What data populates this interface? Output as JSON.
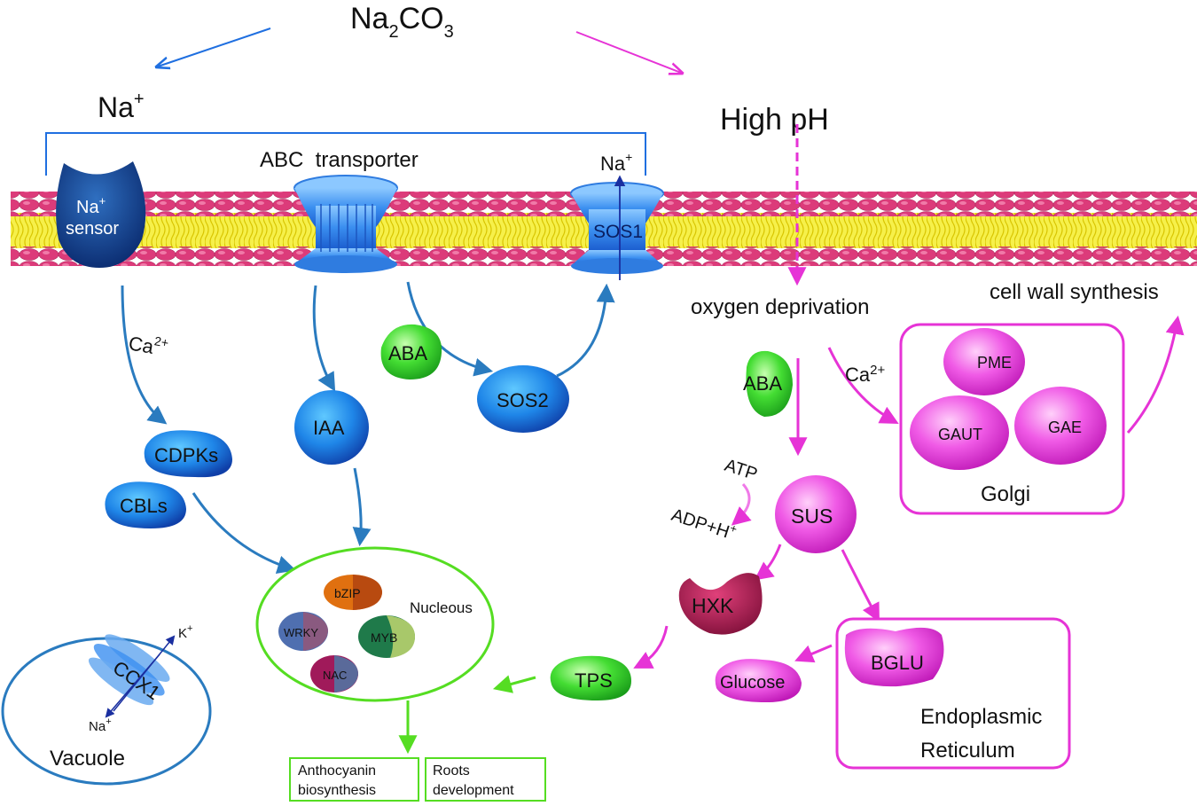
{
  "top": {
    "compound": "Na",
    "compound_sub": "2",
    "compound_mid": "CO",
    "compound_sub2": "3"
  },
  "left": {
    "ion": "Na",
    "ion_sup": "+"
  },
  "right": {
    "high_ph": "High pH"
  },
  "membrane": {
    "abc_label": "ABC  transporter",
    "sos1_ion": "Na",
    "sos1_ion_sup": "+",
    "sos1_label": "SOS1",
    "sensor_line1": "Na",
    "sensor_sup": "+",
    "sensor_line2": "sensor"
  },
  "left_path": {
    "ca_label": "Ca",
    "ca_sup": "2+",
    "cdpks": "CDPKs",
    "cbls": "CBLs",
    "iaa": "IAA",
    "aba": "ABA",
    "sos2": "SOS2"
  },
  "nucleus": {
    "label": "Nucleous",
    "factors": {
      "bzip": "bZIP",
      "wrky": "WRKY",
      "myb": "MYB",
      "nac": "NAC"
    }
  },
  "outputs": {
    "box1_line1": "Anthocyanin",
    "box1_line2": "biosynthesis",
    "box2_line1": "Roots",
    "box2_line2": "development"
  },
  "vacuole": {
    "label": "Vacuole",
    "channel": "CCX1",
    "k": "K",
    "k_sup": "+",
    "na": "Na",
    "na_sup": "+"
  },
  "right_path": {
    "oxygen": "oxygen deprivation",
    "cell_wall": "cell wall synthesis",
    "aba": "ABA",
    "ca": "Ca",
    "ca_sup": "2+",
    "sus": "SUS",
    "atp": "ATP",
    "adp": "ADP+H",
    "adp_sup": "+",
    "hxk": "HXK",
    "tps": "TPS",
    "glucose": "Glucose",
    "bglu": "BGLU"
  },
  "golgi": {
    "label": "Golgi",
    "pme": "PME",
    "gaut": "GAUT",
    "gae": "GAE"
  },
  "er": {
    "line1": "Endoplasmic",
    "line2": "Reticulum"
  },
  "colors": {
    "blue_arrow": "#2a7bbf",
    "magenta": "#e633d6",
    "green": "#55dd22",
    "membrane_head": "#dc3b7a",
    "membrane_core": "#f6f04a"
  }
}
